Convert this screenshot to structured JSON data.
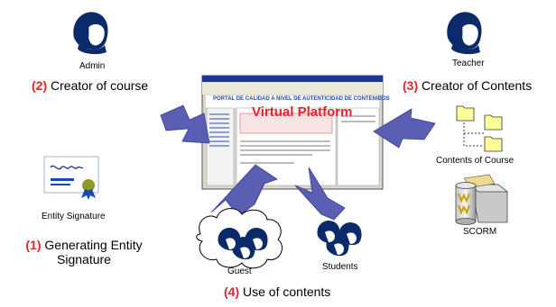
{
  "labels": {
    "admin": "Admin",
    "teacher": "Teacher",
    "creator_course_num": "(2)",
    "creator_course_text": "Creator of course",
    "creator_contents_num": "(3)",
    "creator_contents_text": "Creator of Contents",
    "contents_of_course": "Contents of Course",
    "scorm": "SCORM",
    "entity_signature": "Entity Signature",
    "gen_num": "(1)",
    "gen_line1": "Generating Entity",
    "gen_line2": "Signature",
    "guest": "Guest",
    "students": "Students",
    "use_num": "(4)",
    "use_text": "Use of contents",
    "virtual_platform": "Virtual Platform",
    "portal_header": "PORTAL DE CALIDAD A NIVEL DE AUTENTICIDAD DE CONTENIDOS"
  },
  "colors": {
    "arrow": "#5b5fb4",
    "accent_red": "#e8212a",
    "folder": "#ffff99",
    "head": "#0a2a6a"
  },
  "icons": [
    "person-icon",
    "folder-icon",
    "database-icon",
    "certificate-icon",
    "cloud-icon",
    "group-icon",
    "arrow-icon"
  ]
}
